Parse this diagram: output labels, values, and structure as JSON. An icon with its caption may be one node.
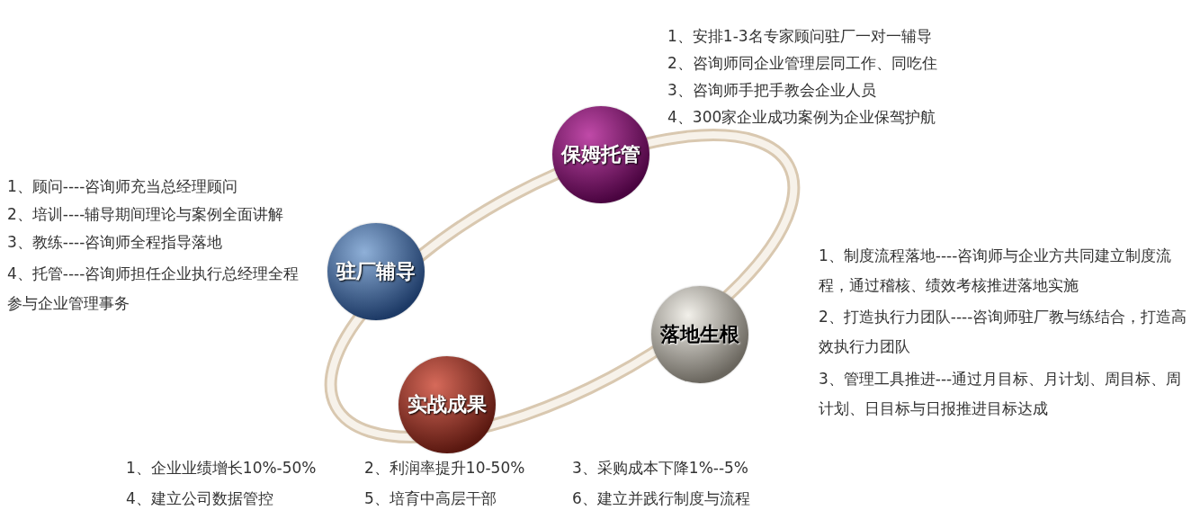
{
  "diagram": {
    "nodes": [
      {
        "text": [
          "保姆托管"
        ],
        "beside": [
          "1、安排1-3名专家顾问驻厂一对一辅导",
          "2、咨询师同企业管理层同工作、同吃住",
          "3、咨询师手把手教会企业人员",
          "4、300家企业成功案例为企业保驾护航"
        ]
      },
      {
        "text": [
          "驻厂辅导"
        ],
        "beside": [
          "1、顾问----咨询师充当总经理顾问",
          "2、培训----辅导期间理论与案例全面讲解",
          "3、教练----咨询师全程指导落地",
          "4、托管----咨询师担任企业执行总经理全程参与企业管理事务"
        ]
      },
      {
        "text": [
          "落地生根"
        ],
        "beside": [
          "1、制度流程落地----咨询师与企业方共同建立制度流程，通过稽核、绩效考核推进落地实施",
          "2、打造执行力团队----咨询师驻厂教与练结合，打造高效执行力团队",
          "3、管理工具推进---通过月目标、月计划、周目标、周计划、日目标与日报推进目标达成"
        ]
      },
      {
        "text": [
          "实战成果"
        ],
        "beside": [
          "1、企业业绩增长10%-50%",
          "2、利润率提升10-50%",
          "3、采购成本下降1%--5%",
          "4、建立公司数据管控",
          "5、培育中高层干部",
          "6、建立并践行制度与流程"
        ]
      }
    ]
  }
}
